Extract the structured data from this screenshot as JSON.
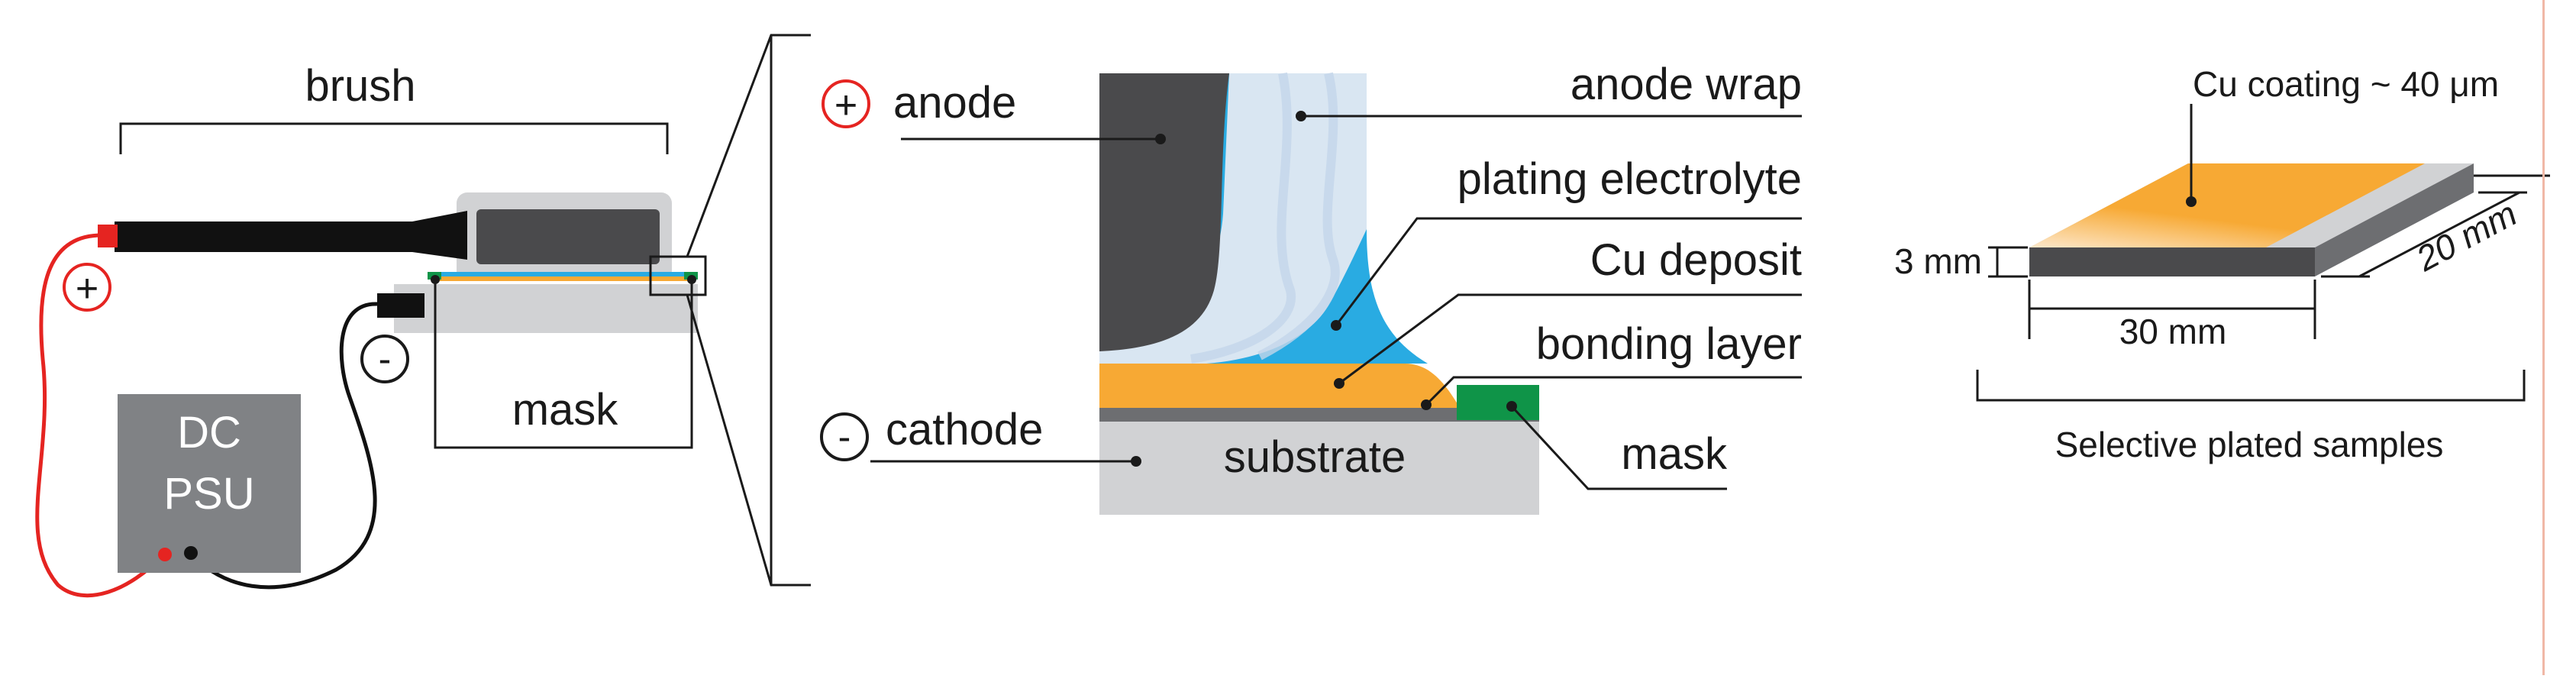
{
  "left_setup": {
    "brush_label": "brush",
    "mask_label": "mask",
    "psu_line1": "DC",
    "psu_line2": "PSU",
    "plus_sign": "+",
    "minus_sign": "-"
  },
  "cross_section": {
    "anode_sign": "+",
    "anode_label": "anode",
    "cathode_sign": "-",
    "cathode_label": "cathode",
    "anode_wrap_label": "anode wrap",
    "electrolyte_label": "plating electrolyte",
    "deposit_label": "Cu deposit",
    "bonding_label": "bonding layer",
    "mask_label": "mask",
    "substrate_label": "substrate"
  },
  "sample": {
    "coating_label": "Cu coating ~ 40 μm",
    "thickness_label": "3 mm",
    "length_label": "30 mm",
    "width_label": "20 mm",
    "caption": "Selective plated samples"
  },
  "colors": {
    "anode": "#4a4a4c",
    "electrolyte": "#29abe2",
    "anode_wrap": "#d9e6f2",
    "copper": "#f7a934",
    "mask": "#0f9448",
    "substrate": "#d1d2d4",
    "bonding": "#6d6e71",
    "positive_wire": "#e52421",
    "psu_box": "#808285"
  }
}
